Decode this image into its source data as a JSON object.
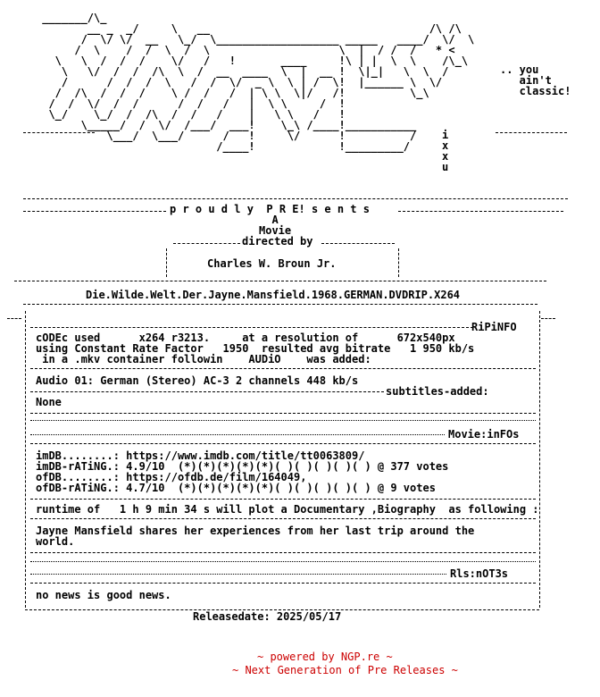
{
  "logo_art": " _______/\\_ \n        __ _  _/     \\   __                                  /\\ /\\\n       /  \\/ \\/  __   \\_/  \\___________________ _____   ____/  \\/  \\\n      /  \\    /  /  \\  /  \\                    \\  |  / /  /   * <   \n   \\   \\  /  /  /    \\/   /   !       ____     !\\ | |  \\  \\    /\\_\\\n    \\   \\/  /  /  /\\  \\  /  __  ____  \\  |  __ !  \\|_|   \\  \\  /\n    /      /  /  /  \\   /  /  \\/  _ \\  \\ | /  \\!  |______ \\  \\/\n   /  /\\  /  /  /    \\ /  /   /  | \\ \\  \\|/   /!          \\_\\\n  /  /  \\/  /  /      /  /   /   |  \\ \\     /  !           \n  \\_/    \\_/  /  /\\  /  /   /    |   \\ \\   /   !     \n       \\_____/  /  \\/  /___/  ___!    \\_\\ /____!___________\n           \\___/  \\___/      /   !     \\/      !          /\n                            /____!             !_________/",
  "tagline": ".. you\n   ain't\n   classic!",
  "side_word": "i\nx\nx\nu",
  "presents": "p r o u d l y  P R E! s e n t s",
  "a_movie": "A\nMovie",
  "directed_by": "directed by",
  "director": "Charles W. Broun Jr.",
  "release_name": "Die.Wilde.Welt.Der.Jayne.Mansfield.1968.GERMAN.DVDRIP.X264",
  "sections": {
    "ripinfo_title": "RiPiNFO",
    "ripinfo_lines": [
      "cODEc used      x264 r3213.     at a resolution of      672x540px",
      "using Constant Rate Factor   1950  resulted avg bitrate   1 950 kb/s",
      " in a .mkv container followin    AUDiO    was added:"
    ],
    "audio_line": "Audio 01: German (Stereo) AC-3 2 channels 448 kb/s",
    "subtitles_title": "subtitles-added:",
    "subtitles_value": "None",
    "movieinfo_title": "Movie:inFOs",
    "movieinfo_lines": [
      "imDB........: https://www.imdb.com/title/tt0063809/",
      "imDB-rATiNG.: 4.9/10  (*)(*)(*)(*)(*)( )( )( )( )( ) @ 377 votes",
      "ofDB........: https://ofdb.de/film/164049,",
      "ofDB-rATiNG.: 4.7/10  (*)(*)(*)(*)(*)( )( )( )( )( ) @ 9 votes"
    ],
    "runtime_line": "runtime of   1 h 9 min 34 s will plot a Documentary ,Biography  as following :",
    "plot_lines": [
      "Jayne Mansfield shares her experiences from her last trip around the",
      "world."
    ],
    "notes_title": "Rls:nOT3s",
    "notes_value": "no news is good news."
  },
  "release_date": "Releasedate: 2025/05/17",
  "footer": {
    "line1": "~ powered by NGP.re ~",
    "line2": "~ Next Generation of Pre Releases ~"
  },
  "colors": {
    "text": "#000000",
    "footer": "#cc0000",
    "background": "#ffffff"
  }
}
